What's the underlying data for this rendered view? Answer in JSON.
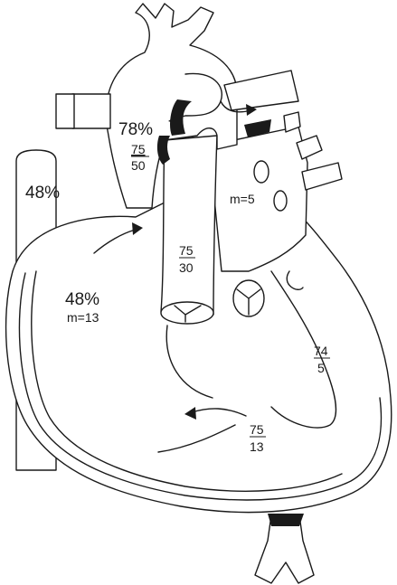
{
  "colors": {
    "line": "#1a1a1a",
    "background": "#ffffff"
  },
  "labels": {
    "aorta_saturation": "78%",
    "aorta_pressure_systolic": "75",
    "aorta_pressure_diastolic": "50",
    "svc_saturation": "48%",
    "right_atrium_saturation": "48%",
    "right_atrium_mean": "m=13",
    "left_atrium_mean": "m=5",
    "pulmonary_artery_systolic": "75",
    "pulmonary_artery_diastolic": "30",
    "left_ventricle_systolic": "74",
    "left_ventricle_diastolic": "5",
    "right_ventricle_systolic": "75",
    "right_ventricle_diastolic": "13"
  }
}
